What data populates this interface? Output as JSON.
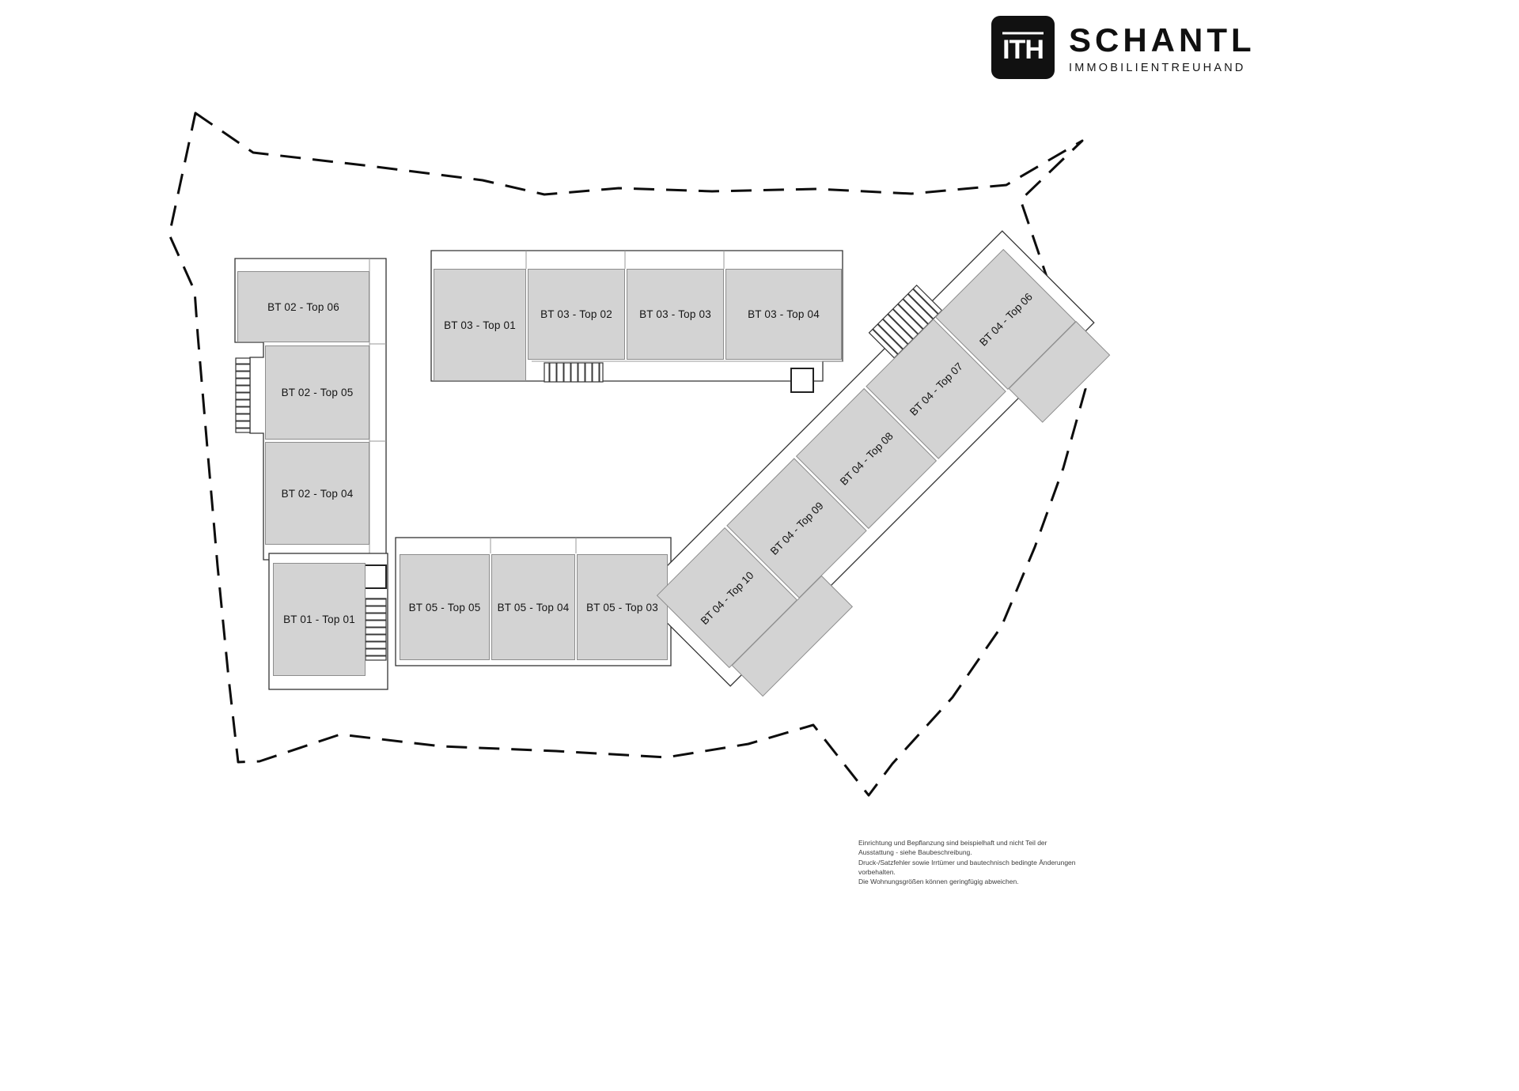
{
  "brand": {
    "monogram": "ITH",
    "name": "SCHANTL",
    "tagline": "IMMOBILIENTREUHAND"
  },
  "units": [
    {
      "id": "bt02-top06",
      "label": "BT 02 - Top 06"
    },
    {
      "id": "bt02-top05",
      "label": "BT 02 - Top 05"
    },
    {
      "id": "bt02-top04",
      "label": "BT 02 - Top 04"
    },
    {
      "id": "bt01-top01",
      "label": "BT 01 - Top 01"
    },
    {
      "id": "bt03-top01",
      "label": "BT 03 - Top 01"
    },
    {
      "id": "bt03-top02",
      "label": "BT 03 - Top 02"
    },
    {
      "id": "bt03-top03",
      "label": "BT 03 - Top 03"
    },
    {
      "id": "bt03-top04",
      "label": "BT 03 - Top 04"
    },
    {
      "id": "bt05-top05",
      "label": "BT 05 - Top 05"
    },
    {
      "id": "bt05-top04",
      "label": "BT 05 - Top 04"
    },
    {
      "id": "bt05-top03",
      "label": "BT 05 - Top 03"
    },
    {
      "id": "bt04-top10",
      "label": "BT 04 - Top 10"
    },
    {
      "id": "bt04-top09",
      "label": "BT 04 - Top 09"
    },
    {
      "id": "bt04-top08",
      "label": "BT 04 - Top 08"
    },
    {
      "id": "bt04-top07",
      "label": "BT 04 - Top 07"
    },
    {
      "id": "bt04-top06",
      "label": "BT 04 - Top 06"
    }
  ],
  "disclaimer": {
    "lines": [
      "Einrichtung und Bepflanzung sind beispielhaft und nicht Teil der",
      "Ausstattung - siehe Baubeschreibung.",
      "Druck-/Satzfehler sowie Irrtümer und bautechnisch bedingte Änderungen",
      "vorbehalten.",
      "Die Wohnungsgrößen können geringfügig abweichen."
    ]
  },
  "colors": {
    "unit_fill": "#d3d3d3",
    "building_outline": "#333333",
    "boundary": "#0d0d0d",
    "logo_bg": "#111111"
  }
}
